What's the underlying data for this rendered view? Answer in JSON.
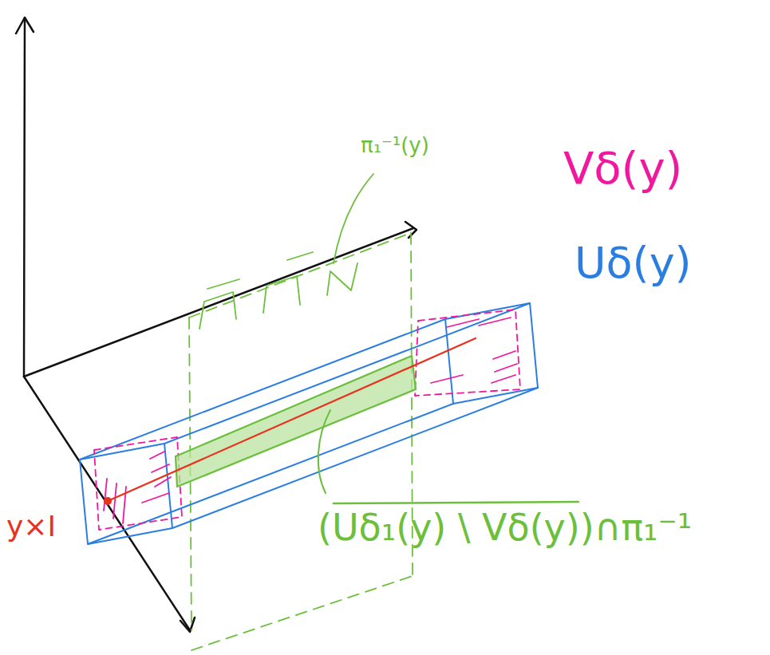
{
  "diagram": {
    "labels": [
      "π₁⁻¹(y)",
      "Vδ(y)",
      "Uδ(y)",
      "y×I",
      "(Uδ₁(y) \\ Vδ(y))∩π₁⁻¹"
    ]
  }
}
